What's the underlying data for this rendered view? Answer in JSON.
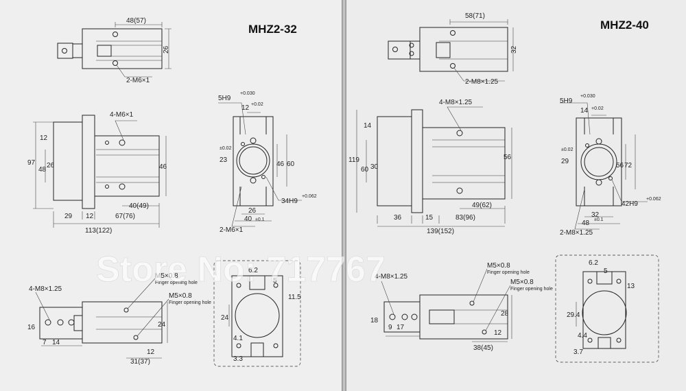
{
  "watermark": "Store No: 717767",
  "left": {
    "title": "MHZ2-32",
    "top_view": {
      "d_width": "48(57)",
      "d_height": "26",
      "thread": "2-M6×1"
    },
    "side_view": {
      "thread": "4-M6×1",
      "d_97": "97",
      "d_48": "48",
      "d_26": "26",
      "d_12": "12",
      "d_46": "46",
      "d_29": "29",
      "d_12b": "12",
      "d_67": "67(76)",
      "d_40": "40(49)",
      "d_113": "113(122)"
    },
    "end_view": {
      "pin": "5H9",
      "pin_tol": "+0.030",
      "d_12": "12",
      "d_12_tol": "+0.02",
      "d_23": "23",
      "d_23_tol": "±0.02",
      "d_46": "46",
      "d_60": "60",
      "bore": "34H9",
      "bore_tol": "+0.062",
      "d_26": "26",
      "d_40": "40",
      "d_40_tol": "±0.1",
      "thread": "2-M6×1"
    },
    "bottom_view": {
      "thread": "4-M8×1.25",
      "port1": "M5×0.8",
      "port1_note": "Finger opening hole",
      "port2": "M5×0.8",
      "port2_note": "Finger opening hole",
      "d_16": "16",
      "d_7": "7",
      "d_14": "14",
      "d_24": "24",
      "d_12": "12",
      "d_31": "31(37)"
    },
    "detail": {
      "d_6_2": "6.2",
      "d_5": "5",
      "d_11_5": "11.5",
      "d_24": "24",
      "d_4_1": "4.1",
      "d_3_3": "3.3"
    }
  },
  "right": {
    "title": "MHZ2-40",
    "top_view": {
      "d_width": "58(71)",
      "d_height": "32",
      "thread": "2-M8×1.25"
    },
    "side_view": {
      "thread": "4-M8×1.25",
      "d_119": "119",
      "d_60": "60",
      "d_14": "14",
      "d_30": "30",
      "d_56": "56",
      "d_36": "36",
      "d_15": "15",
      "d_83": "83(96)",
      "d_49": "49(62)",
      "d_139": "139(152)"
    },
    "end_view": {
      "pin": "5H9",
      "pin_tol": "+0.030",
      "d_14": "14",
      "d_14_tol": "+0.02",
      "d_29": "29",
      "d_29_tol": "±0.02",
      "d_56": "56",
      "d_72": "72",
      "bore": "42H9",
      "bore_tol": "+0.062",
      "d_32": "32",
      "d_48": "48",
      "d_48_tol": "±0.1",
      "thread": "2-M8×1.25"
    },
    "bottom_view": {
      "thread": "4-M8×1.25",
      "port1": "M5×0.8",
      "port1_note": "Finger opening hole",
      "port2": "M5×0.8",
      "port2_note": "Finger opening hole",
      "d_18": "18",
      "d_9": "9",
      "d_17": "17",
      "d_28": "28",
      "d_12": "12",
      "d_38": "38(45)"
    },
    "detail": {
      "d_6_2": "6.2",
      "d_5": "5",
      "d_13": "13",
      "d_29_4": "29.4",
      "d_4_4": "4.4",
      "d_3_7": "3.7"
    }
  }
}
